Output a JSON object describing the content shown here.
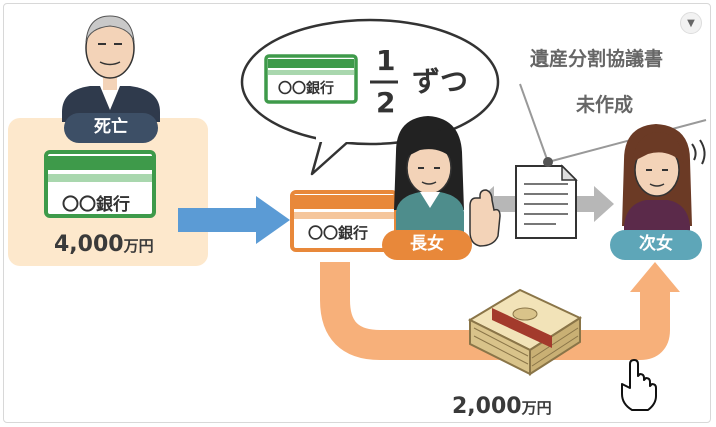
{
  "deceased": {
    "label": "死亡"
  },
  "estate": {
    "bank": "〇〇銀行",
    "amount": "4,000",
    "unit": "万円"
  },
  "speech": {
    "bank": "〇〇銀行",
    "fraction_num": "1",
    "fraction_den": "2",
    "text": "ずつ"
  },
  "eldest": {
    "label": "長女",
    "bank": "〇〇銀行"
  },
  "second": {
    "label": "次女"
  },
  "agreement": {
    "title": "遺産分割協議書",
    "status": "未作成"
  },
  "transfer": {
    "amount": "2,000",
    "unit": "万円"
  },
  "colors": {
    "navy": "#3d4f66",
    "orange": "#e8883a",
    "teal": "#5ea6b8",
    "blue_arrow": "#5b9bd5",
    "peach": "#fde8cc",
    "green": "#3e9a4a"
  }
}
